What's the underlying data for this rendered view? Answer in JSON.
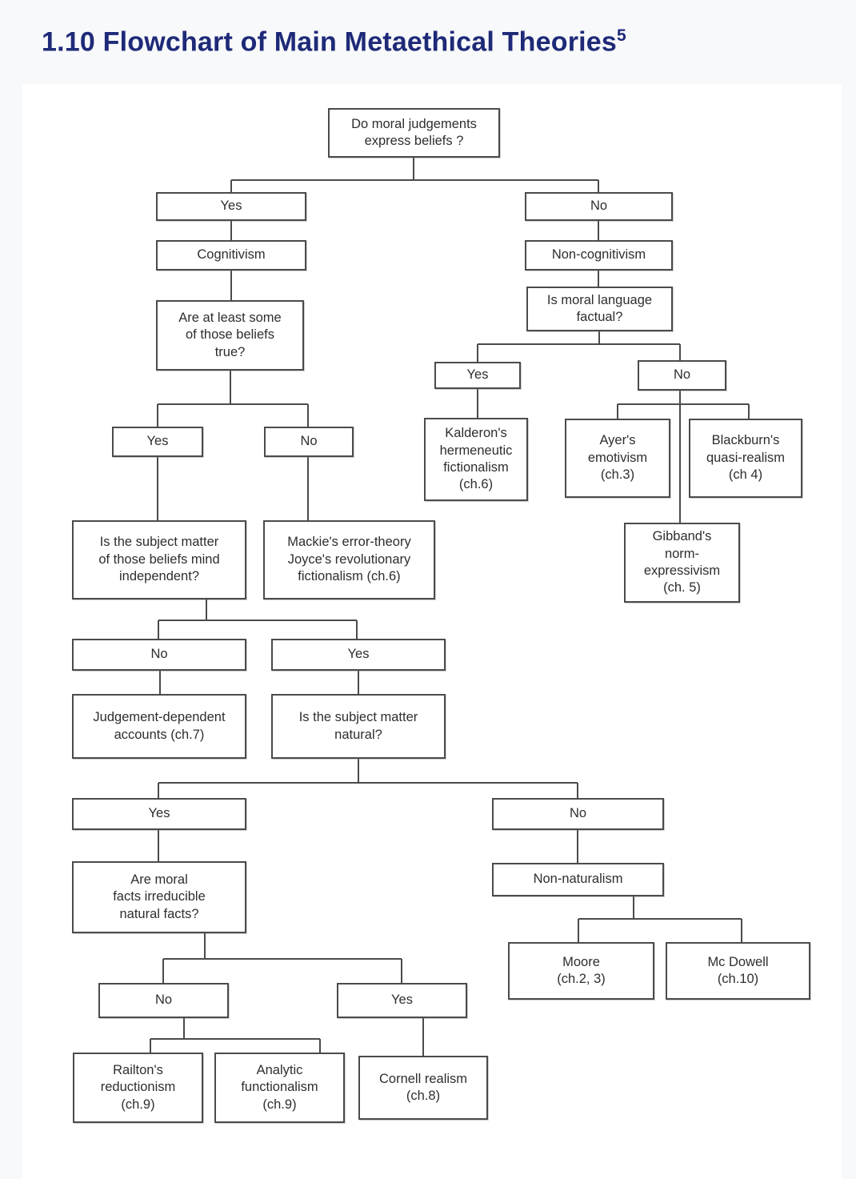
{
  "heading": {
    "text": "1.10 Flowchart of Main Metaethical Theories",
    "footnote_marker": "5"
  },
  "colors": {
    "page-bg": "#f8f9fa",
    "canvas-bg": "#ffffff",
    "title-text": "#1e2a78",
    "box-border": "#4b4b4b",
    "box-text": "#2e2e2e",
    "connector": "#4b4b4b"
  },
  "nodes": {
    "root": {
      "label": "Do moral judgements\nexpress beliefs ?"
    },
    "yes_main": {
      "label": "Yes"
    },
    "no_main": {
      "label": "No"
    },
    "cognitivism": {
      "label": "Cognitivism"
    },
    "non_cognitivism": {
      "label": "Non-cognitivism"
    },
    "beliefs_true": {
      "label": "Are at least some\nof those beliefs\ntrue?"
    },
    "moral_language": {
      "label": "Is moral language\nfactual?"
    },
    "yes_language": {
      "label": "Yes"
    },
    "no_language": {
      "label": "No"
    },
    "kalderon": {
      "label": "Kalderon's\nhermeneutic\nfictionalism\n(ch.6)"
    },
    "ayer": {
      "label": "Ayer's\nemotivism\n(ch.3)"
    },
    "blackburn": {
      "label": "Blackburn's\nquasi-realism\n(ch 4)"
    },
    "gibbard": {
      "label": "Gibband's\nnorm-\nexpressivism\n(ch. 5)"
    },
    "yes_true": {
      "label": "Yes"
    },
    "no_true": {
      "label": "No"
    },
    "mind_independent": {
      "label": "Is the subject matter\nof those beliefs mind\nindependent?"
    },
    "mackie": {
      "label": "Mackie's error-theory\nJoyce's revolutionary\nfictionalism (ch.6)"
    },
    "no_independent": {
      "label": "No"
    },
    "yes_independent": {
      "label": "Yes"
    },
    "judgement_dependent": {
      "label": "Judgement-dependent\naccounts (ch.7)"
    },
    "subject_natural": {
      "label": "Is the subject matter\nnatural?"
    },
    "yes_natural": {
      "label": "Yes"
    },
    "no_natural": {
      "label": "No"
    },
    "irreducible": {
      "label": "Are moral\nfacts irreducible\nnatural facts?"
    },
    "non_naturalism": {
      "label": "Non-naturalism"
    },
    "moore": {
      "label": "Moore\n(ch.2, 3)"
    },
    "mcdowell": {
      "label": "Mc Dowell\n(ch.10)"
    },
    "no_irreducible": {
      "label": "No"
    },
    "yes_irreducible": {
      "label": "Yes"
    },
    "railton": {
      "label": "Railton's\nreductionism\n(ch.9)"
    },
    "analytic": {
      "label": "Analytic\nfunctionalism\n(ch.9)"
    },
    "cornell": {
      "label": "Cornell realism\n(ch.8)"
    }
  }
}
